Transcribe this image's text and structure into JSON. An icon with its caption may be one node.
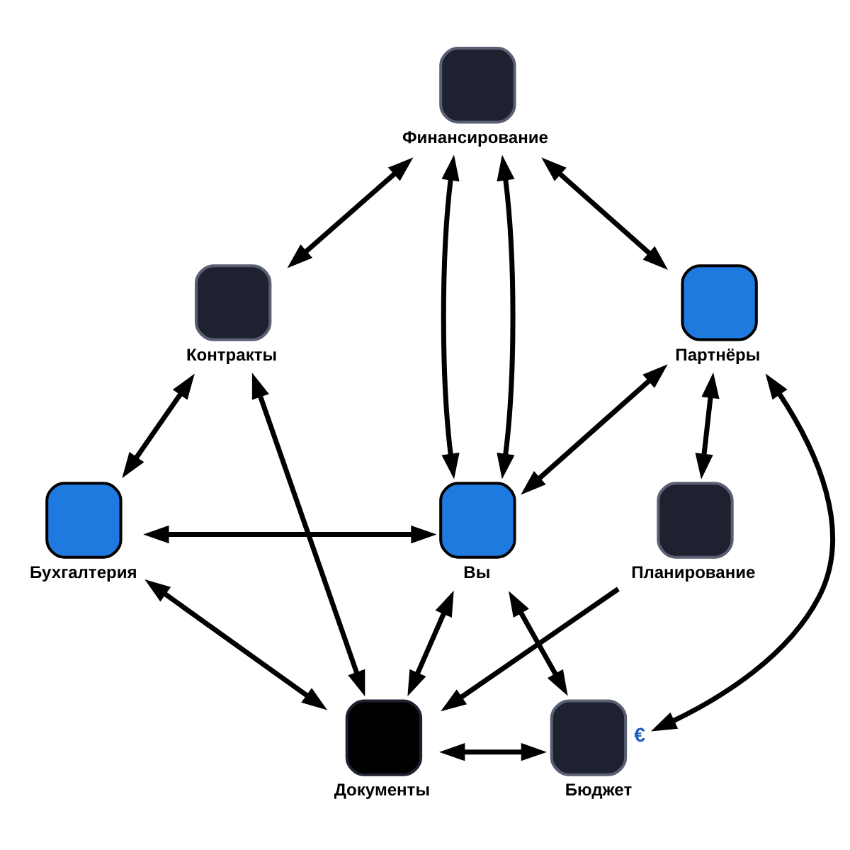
{
  "diagram": {
    "nodes": [
      {
        "text": [
          "Финансирование"
        ]
      },
      {
        "text": [
          "Контракты"
        ]
      },
      {
        "text": [
          "Партнёры"
        ]
      },
      {
        "text": [
          "Вы"
        ]
      },
      {
        "text": [
          "Бухгалтерия"
        ]
      },
      {
        "text": [
          "Планирование"
        ]
      },
      {
        "text": [
          "Документы"
        ]
      },
      {
        "text": [
          "Бюджет"
        ],
        "beside": [
          "€"
        ]
      }
    ],
    "edges": [
      {
        "from": 0,
        "to": 1,
        "arrow": "both"
      },
      {
        "from": 0,
        "to": 2,
        "arrow": "both"
      },
      {
        "from": 0,
        "to": 3,
        "arrow": "both"
      },
      {
        "from": 3,
        "to": 2,
        "arrow": "both"
      },
      {
        "from": 0,
        "to": 3,
        "arrow": "both"
      },
      {
        "from": 1,
        "to": 4,
        "arrow": "both"
      },
      {
        "from": 4,
        "to": 3,
        "arrow": "both"
      },
      {
        "from": 1,
        "to": 6,
        "arrow": "both"
      },
      {
        "from": 3,
        "to": 6,
        "arrow": "both"
      },
      {
        "from": 2,
        "to": 5,
        "arrow": "both"
      },
      {
        "from": 2,
        "to": 7,
        "arrow": "both"
      },
      {
        "from": 3,
        "to": 7,
        "arrow": "both"
      },
      {
        "from": 5,
        "to": 6,
        "arrow": "to"
      },
      {
        "from": 4,
        "to": 6,
        "arrow": "both"
      },
      {
        "from": 6,
        "to": 7,
        "arrow": "both"
      }
    ]
  }
}
